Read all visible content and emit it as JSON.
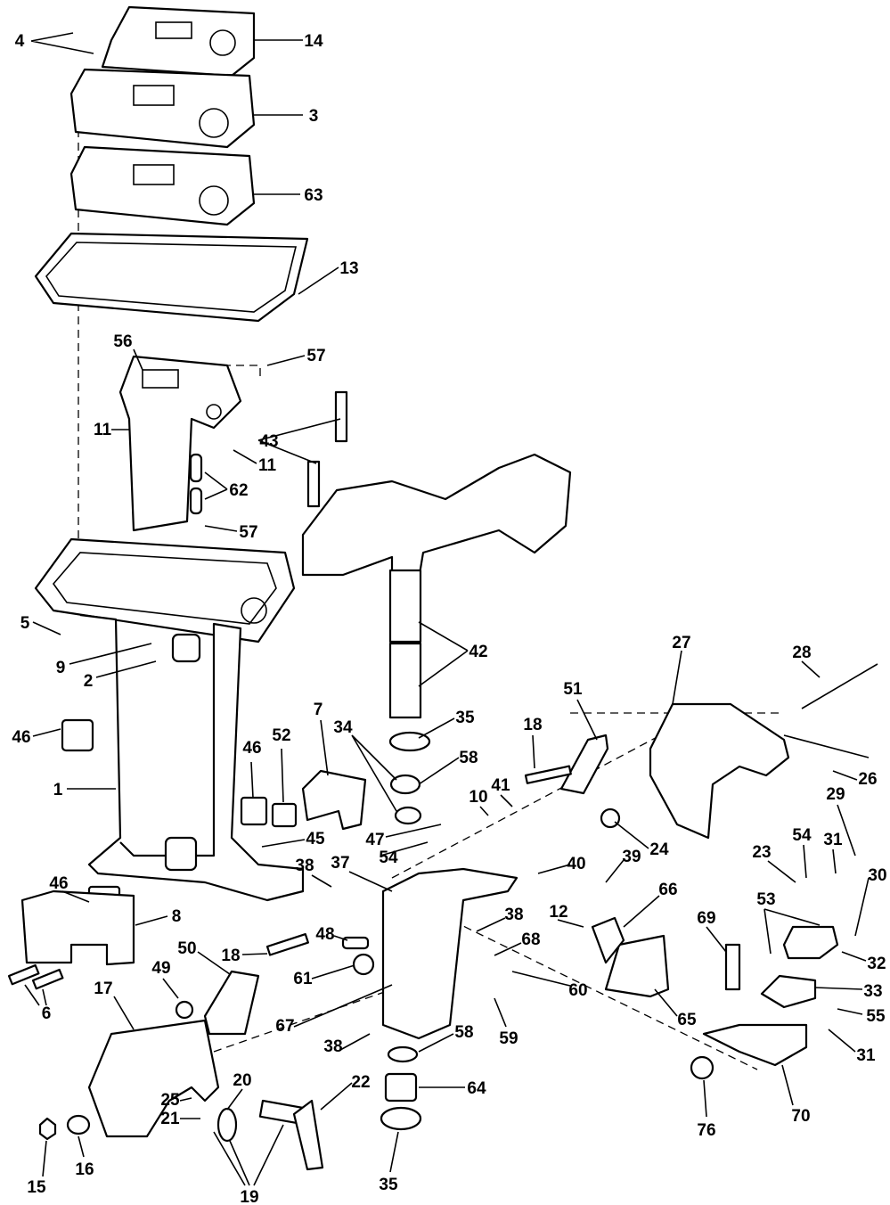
{
  "diagram": {
    "type": "exploded parts diagram",
    "callouts": [
      "4",
      "14",
      "3",
      "63",
      "13",
      "56",
      "57",
      "11",
      "11",
      "43",
      "62",
      "57",
      "5",
      "9",
      "2",
      "42",
      "46",
      "27",
      "28",
      "51",
      "35",
      "34",
      "58",
      "7",
      "46",
      "52",
      "18",
      "1",
      "26",
      "41",
      "10",
      "29",
      "47",
      "45",
      "54",
      "24",
      "54",
      "31",
      "23",
      "38",
      "37",
      "40",
      "39",
      "30",
      "66",
      "46",
      "53",
      "8",
      "12",
      "38",
      "48",
      "50",
      "68",
      "69",
      "32",
      "18",
      "61",
      "49",
      "60",
      "33",
      "17",
      "65",
      "55",
      "6",
      "67",
      "59",
      "31",
      "58",
      "38",
      "64",
      "20",
      "22",
      "25",
      "21",
      "76",
      "70",
      "15",
      "16",
      "35",
      "19"
    ]
  }
}
